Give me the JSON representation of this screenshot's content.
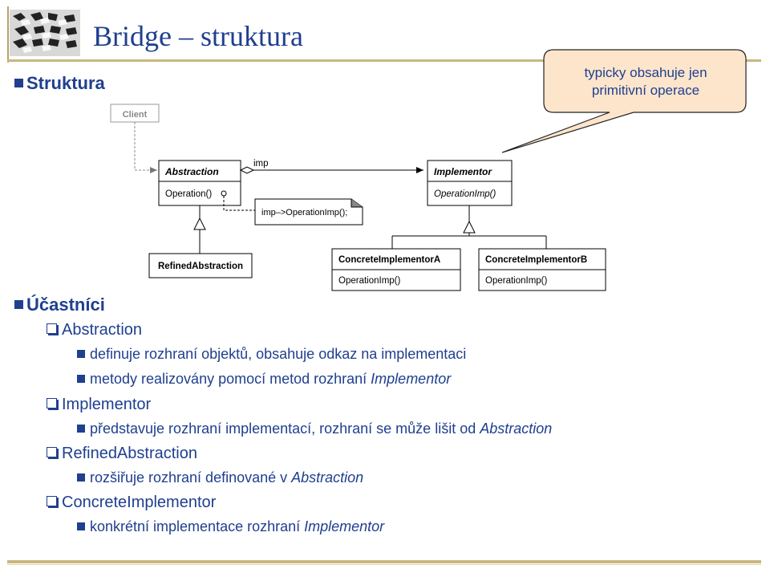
{
  "slide": {
    "title": "Bridge – struktura",
    "section_structure": "Struktura",
    "callout": [
      "typicky obsahuje jen",
      "primitivní operace"
    ]
  },
  "uml": {
    "client": "Client",
    "abstraction": {
      "name": "Abstraction",
      "op": "Operation()"
    },
    "imp_label": "imp",
    "note": "imp–>OperationImp();",
    "implementor": {
      "name": "Implementor",
      "op": "OperationImp()"
    },
    "refined": "RefinedAbstraction",
    "concrete_a": {
      "name": "ConcreteImplementorA",
      "op": "OperationImp()"
    },
    "concrete_b": {
      "name": "ConcreteImplementorB",
      "op": "OperationImp()"
    }
  },
  "participants": {
    "heading": "Účastníci",
    "items": [
      {
        "label": "Abstraction",
        "subs": [
          {
            "text": "definuje rozhraní objektů, obsahuje odkaz na implementaci",
            "em": ""
          },
          {
            "text": "metody realizovány pomocí metod rozhraní ",
            "em": "Implementor"
          }
        ]
      },
      {
        "label": "Implementor",
        "subs": [
          {
            "text": "představuje rozhraní implementací, rozhraní se může lišit od ",
            "em": "Abstraction"
          }
        ]
      },
      {
        "label": "RefinedAbstraction",
        "subs": [
          {
            "text": "rozšiřuje rozhraní definované v ",
            "em": "Abstraction"
          }
        ]
      },
      {
        "label": "ConcreteImplementor",
        "subs": [
          {
            "text": "konkrétní implementace rozhraní ",
            "em": "Implementor"
          }
        ]
      }
    ]
  },
  "colors": {
    "accent": "#1f3f8f",
    "rule": "#c9b77e",
    "callout_fill": "#fde5cc"
  }
}
